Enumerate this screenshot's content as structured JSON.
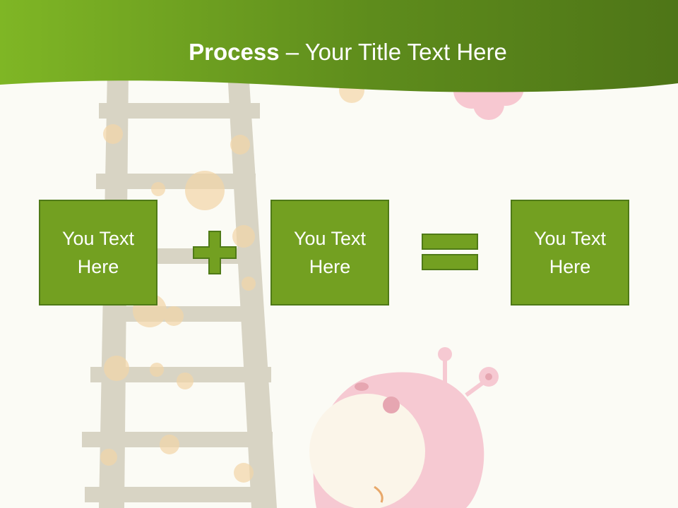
{
  "title": {
    "bold": "Process",
    "separator": " – ",
    "rest": "Your Title Text Here"
  },
  "boxes": [
    {
      "text": "You Text Here"
    },
    {
      "text": "You Text Here"
    },
    {
      "text": "You Text Here"
    }
  ],
  "operators": [
    "plus-icon",
    "equals-icon"
  ],
  "colors": {
    "header_dark": "#4e7517",
    "header_light": "#7fb625",
    "box_fill": "#73a021",
    "box_border": "#4f7a17",
    "background": "#fbfbf5"
  }
}
